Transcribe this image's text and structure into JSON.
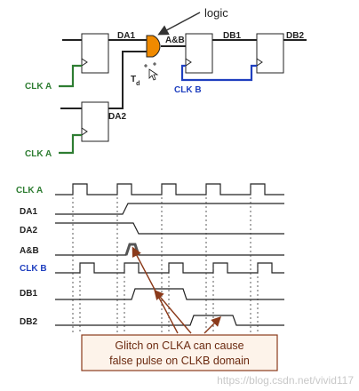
{
  "circuit": {
    "logic_label": "logic",
    "da1_label": "DA1",
    "da2_label": "DA2",
    "aandb_label": "A&B",
    "db1_label": "DB1",
    "db2_label": "DB2",
    "td_label": "T",
    "td_sub": "d",
    "clka_top_label": "CLK A",
    "clka_bottom_label": "CLK A",
    "clkb_label": "CLK B",
    "colors": {
      "clka": "#2e7d32",
      "clkb": "#1f3fbf",
      "gate": "#f08a00"
    }
  },
  "timing": {
    "signals": [
      {
        "name": "CLK A",
        "color": "clka"
      },
      {
        "name": "DA1",
        "color": "default"
      },
      {
        "name": "DA2",
        "color": "default"
      },
      {
        "name": "A&B",
        "color": "default"
      },
      {
        "name": "CLK B",
        "color": "clkb"
      },
      {
        "name": "DB1",
        "color": "default"
      },
      {
        "name": "DB2",
        "color": "default"
      }
    ]
  },
  "annotation": {
    "line1": "Glitch on CLKA can cause",
    "line2": "false pulse on CLKB domain"
  },
  "watermark": "https://blog.csdn.net/vivid117"
}
